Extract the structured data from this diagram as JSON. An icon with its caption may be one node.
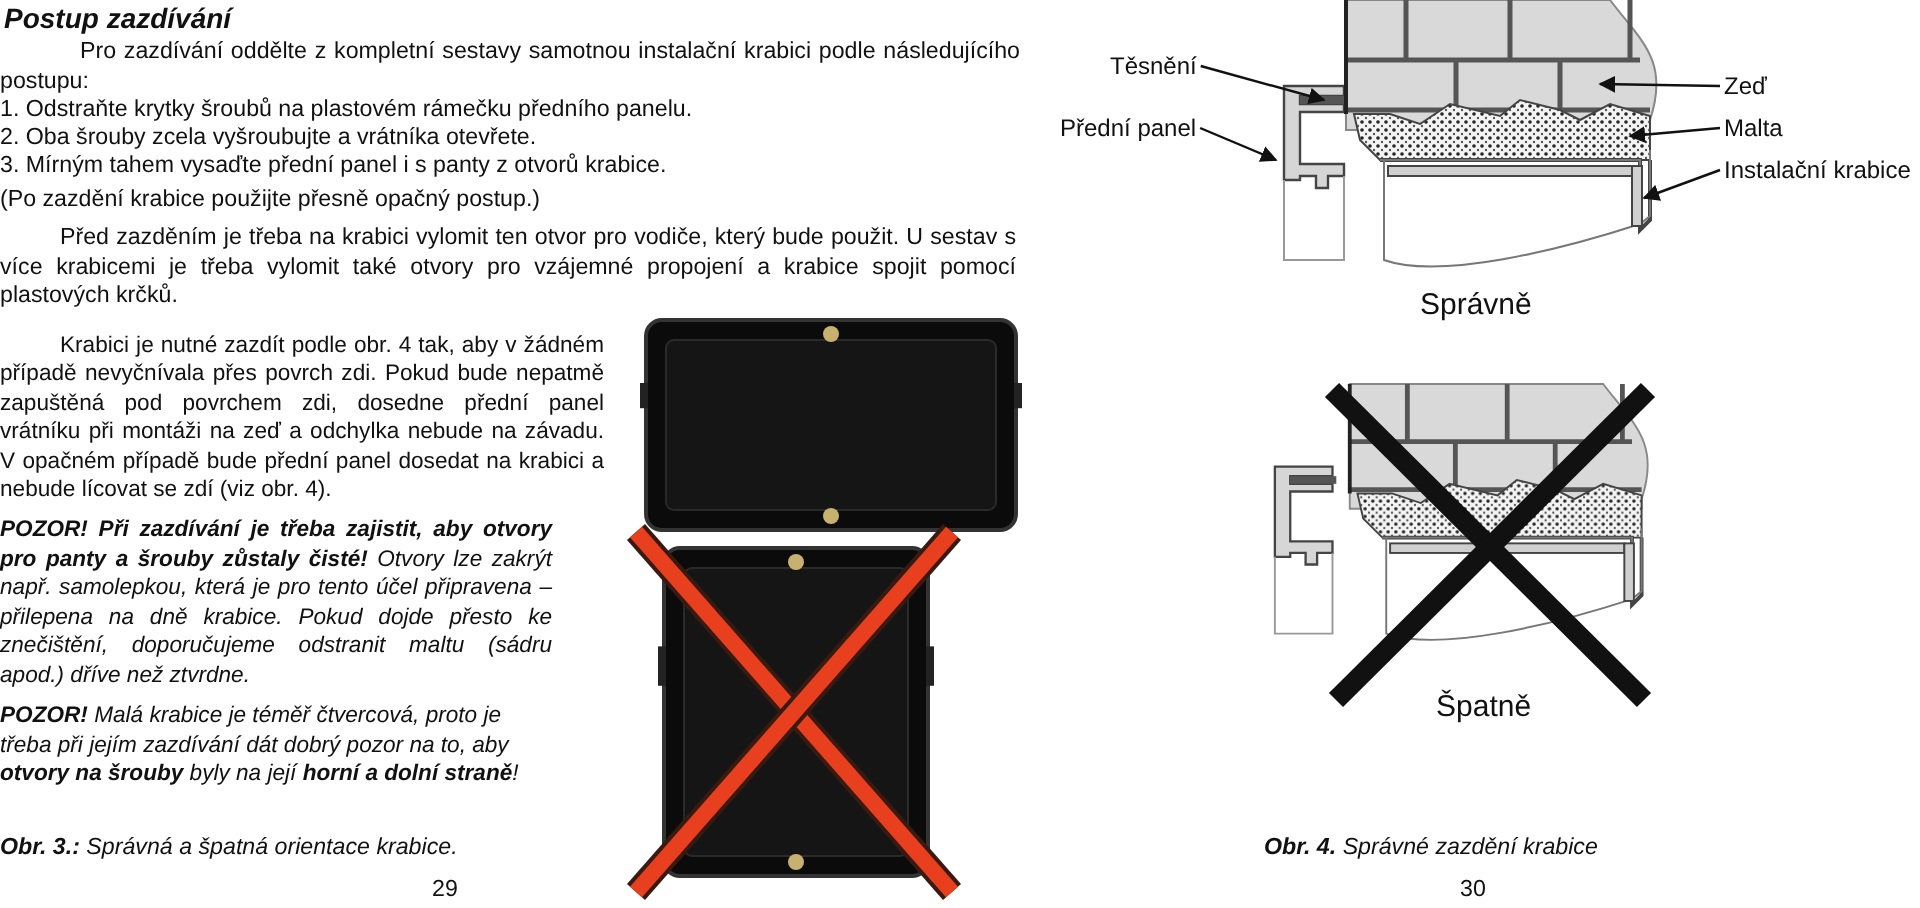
{
  "diagram": {
    "title": "Postup zazdívání",
    "nodes": [
      {
        "text": [
          "Těsnění"
        ]
      },
      {
        "text": [
          "Přední panel"
        ]
      },
      {
        "text": [
          "Zeď"
        ]
      },
      {
        "text": [
          "Malta"
        ]
      },
      {
        "text": [
          "Instalační krabice"
        ]
      },
      {
        "text": [],
        "shape": "picture"
      }
    ],
    "edges": [
      {
        "from": 0,
        "to": 5,
        "arrow": "to"
      },
      {
        "from": 1,
        "to": 5,
        "arrow": "to"
      },
      {
        "from": 2,
        "to": 5,
        "arrow": "to"
      },
      {
        "from": 3,
        "to": 5,
        "arrow": "to"
      },
      {
        "from": 4,
        "to": 5,
        "arrow": "to"
      }
    ],
    "labels": [
      "Pro zazdívání oddělte z kompletní sestavy samotnou instalační krabici podle následujícího postupu:",
      "1. Odstraňte krytky šroubů na plastovém rámečku předního panelu.",
      "2. Oba šrouby zcela vyšroubujte a vrátníka otevřete.",
      "3. Mírným tahem vysaďte přední panel i s panty z otvorů krabice.",
      "(Po zazdění krabice použijte přesně opačný postup.)",
      "Před zazděním je třeba na krabici vylomit ten otvor pro vodiče, který bude použit. U sestav s více krabicemi je třeba vylomit také otvory pro vzájemné propojení a krabice spojit pomocí plastových krčků.",
      "Krabici je nutné zazdít podle obr. 4 tak, aby v žádném případě nevyčnívala přes povrch zdi. Pokud bude nepatmě zapuštěná pod povrchem zdi, dosedne přední panel vrátníku při montáži na zeď a odchylka nebude na závadu. V opačném případě bude přední panel dosedat na krabici a nebude lícovat se zdí (viz obr. 4).",
      "**POZOR! Při zazdívání je třeba zajistit, aby otvory pro panty a šrouby zůstaly čisté!** Otvory lze zakrýt např. samolepkou, která je pro tento účel připravena – přilepena na dně krabice. Pokud dojde přesto ke znečištění, doporučujeme odstranit maltu (sádru apod.) dříve než ztvrdne.",
      "**POZOR!** Malá krabice je téměř čtvercová, proto je třeba při jejím zazdívání dát dobrý pozor na to, aby **otvory na šrouby** byly na její **horní a dolní straně**!",
      "**Obr. 3.:** Správná a špatná orientace krabice.",
      "29",
      "Správně",
      "Špatně",
      "**Obr. 4.** Správné zazdění krabice",
      "30"
    ]
  }
}
